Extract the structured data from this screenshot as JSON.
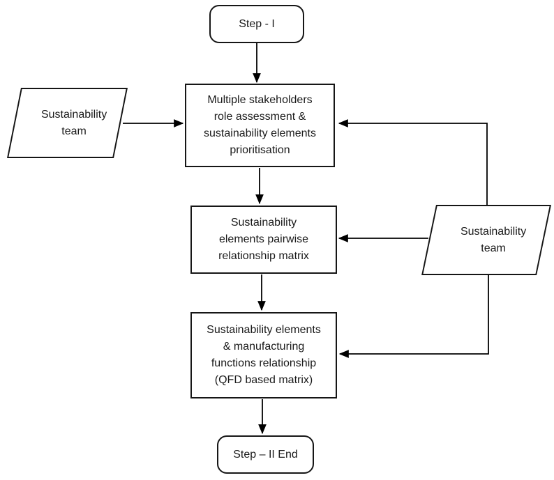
{
  "diagram": {
    "type": "flowchart",
    "colors": {
      "line": "#000000",
      "border": "#161616",
      "text": "#1a1a1a",
      "background": "#ffffff",
      "node_fill": "#ffffff"
    },
    "nodes": {
      "step1": {
        "shape": "terminator",
        "lines": [
          "Step - I"
        ]
      },
      "assessment": {
        "shape": "process",
        "lines": [
          "Multiple stakeholders",
          "role assessment &",
          "sustainability elements",
          "prioritisation"
        ]
      },
      "teamLeft": {
        "shape": "parallelogram",
        "lines": [
          "Sustainability",
          "team"
        ]
      },
      "pairwise": {
        "shape": "process",
        "lines": [
          "Sustainability",
          "elements pairwise",
          "relationship matrix"
        ]
      },
      "teamRight": {
        "shape": "parallelogram",
        "lines": [
          "Sustainability",
          "team"
        ]
      },
      "qfd": {
        "shape": "process",
        "lines": [
          "Sustainability elements",
          "& manufacturing",
          "functions relationship",
          "(QFD based matrix)"
        ]
      },
      "step2": {
        "shape": "terminator",
        "lines": [
          "Step – II End"
        ]
      }
    },
    "edges": [
      {
        "from": "step1",
        "to": "assessment"
      },
      {
        "from": "teamLeft",
        "to": "assessment"
      },
      {
        "from": "assessment",
        "to": "pairwise"
      },
      {
        "from": "teamRight",
        "to": "pairwise"
      },
      {
        "from": "teamRight",
        "to": "assessment"
      },
      {
        "from": "teamRight",
        "to": "qfd"
      },
      {
        "from": "pairwise",
        "to": "qfd"
      },
      {
        "from": "qfd",
        "to": "step2"
      }
    ]
  }
}
